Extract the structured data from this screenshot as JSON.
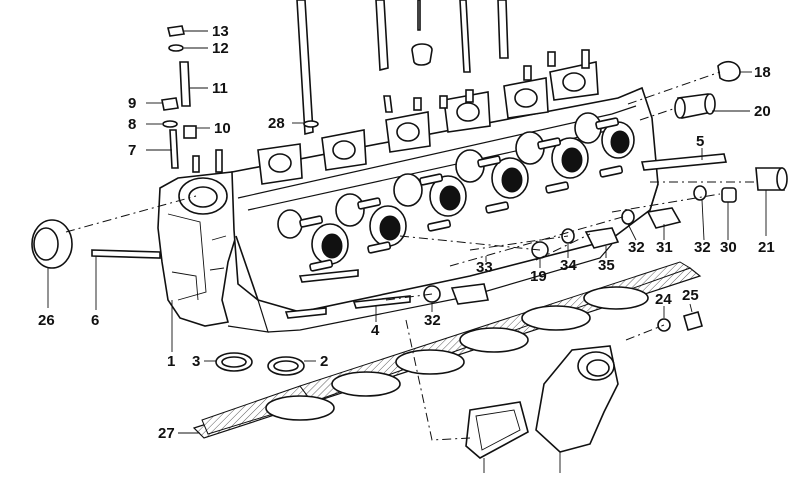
{
  "diagram": {
    "callouts": [
      {
        "id": "13",
        "text": "13"
      },
      {
        "id": "12",
        "text": "12"
      },
      {
        "id": "11",
        "text": "11"
      },
      {
        "id": "9",
        "text": "9"
      },
      {
        "id": "8",
        "text": "8"
      },
      {
        "id": "10",
        "text": "10"
      },
      {
        "id": "7",
        "text": "7"
      },
      {
        "id": "28",
        "text": "28"
      },
      {
        "id": "18",
        "text": "18"
      },
      {
        "id": "20",
        "text": "20"
      },
      {
        "id": "5",
        "text": "5"
      },
      {
        "id": "21",
        "text": "21"
      },
      {
        "id": "32a",
        "text": "32"
      },
      {
        "id": "31",
        "text": "31"
      },
      {
        "id": "32b",
        "text": "32"
      },
      {
        "id": "30",
        "text": "30"
      },
      {
        "id": "33",
        "text": "33"
      },
      {
        "id": "19",
        "text": "19"
      },
      {
        "id": "34",
        "text": "34"
      },
      {
        "id": "35",
        "text": "35"
      },
      {
        "id": "24",
        "text": "24"
      },
      {
        "id": "25",
        "text": "25"
      },
      {
        "id": "26",
        "text": "26"
      },
      {
        "id": "6",
        "text": "6"
      },
      {
        "id": "4",
        "text": "4"
      },
      {
        "id": "32c",
        "text": "32"
      },
      {
        "id": "1",
        "text": "1"
      },
      {
        "id": "3",
        "text": "3"
      },
      {
        "id": "2",
        "text": "2"
      },
      {
        "id": "27",
        "text": "27"
      }
    ]
  }
}
